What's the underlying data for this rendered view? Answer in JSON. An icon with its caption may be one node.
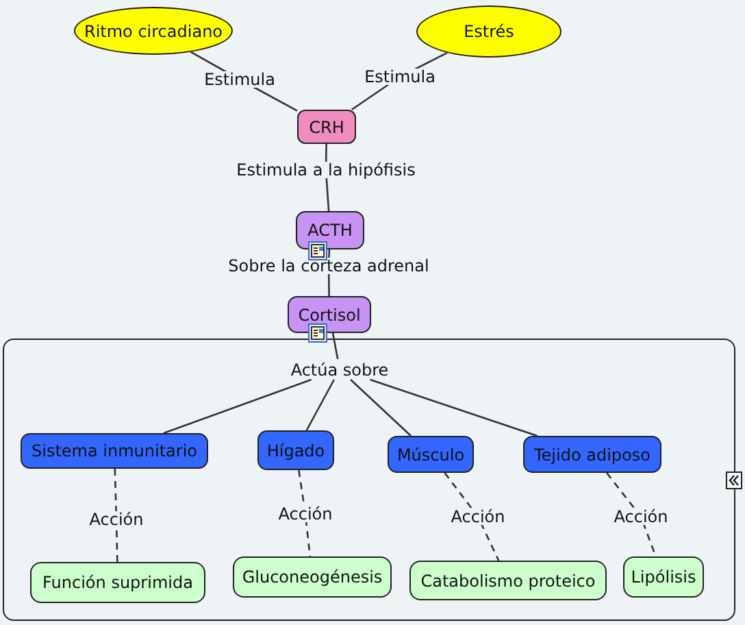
{
  "diagram": {
    "nodes": [
      {
        "text": [
          "Ritmo circadiano"
        ]
      },
      {
        "text": [
          "Estrés"
        ]
      },
      {
        "text": [
          "CRH"
        ]
      },
      {
        "text": [
          "ACTH"
        ]
      },
      {
        "text": [
          "Cortisol"
        ]
      },
      {
        "text": [],
        "shape": "box"
      },
      {
        "text": [
          "Actúa sobre"
        ],
        "in": 5
      },
      {
        "text": [
          "Sistema inmunitario"
        ],
        "in": 5
      },
      {
        "text": [
          "Hígado"
        ],
        "in": 5
      },
      {
        "text": [
          "Músculo"
        ],
        "in": 5
      },
      {
        "text": [
          "Tejido adiposo"
        ],
        "in": 5
      },
      {
        "text": [
          "Función suprimida"
        ],
        "in": 5
      },
      {
        "text": [
          "Gluconeogénesis"
        ],
        "in": 5
      },
      {
        "text": [
          "Catabolismo proteico"
        ],
        "in": 5
      },
      {
        "text": [
          "Lipólisis"
        ],
        "in": 5
      }
    ],
    "edges": [
      {
        "from": 0,
        "to": 2,
        "arrow": "none",
        "label": "Estimula"
      },
      {
        "from": 1,
        "to": 2,
        "arrow": "none",
        "label": "Estimula"
      },
      {
        "from": 2,
        "to": 3,
        "arrow": "none",
        "label": "Estimula a la hipófisis"
      },
      {
        "from": 3,
        "to": 4,
        "arrow": "none",
        "label": "Sobre la corteza adrenal"
      },
      {
        "from": 4,
        "to": 6,
        "arrow": "none"
      },
      {
        "from": 6,
        "to": 7,
        "arrow": "none"
      },
      {
        "from": 6,
        "to": 8,
        "arrow": "none"
      },
      {
        "from": 6,
        "to": 9,
        "arrow": "none"
      },
      {
        "from": 6,
        "to": 10,
        "arrow": "none"
      },
      {
        "from": 7,
        "to": 11,
        "arrow": "none",
        "style": "dashed",
        "label": "Acción"
      },
      {
        "from": 8,
        "to": 12,
        "arrow": "none",
        "style": "dashed",
        "label": "Acción"
      },
      {
        "from": 9,
        "to": 13,
        "arrow": "none",
        "style": "dashed",
        "label": "Acción"
      },
      {
        "from": 10,
        "to": 14,
        "arrow": "none",
        "style": "dashed",
        "label": "Acción"
      }
    ]
  }
}
